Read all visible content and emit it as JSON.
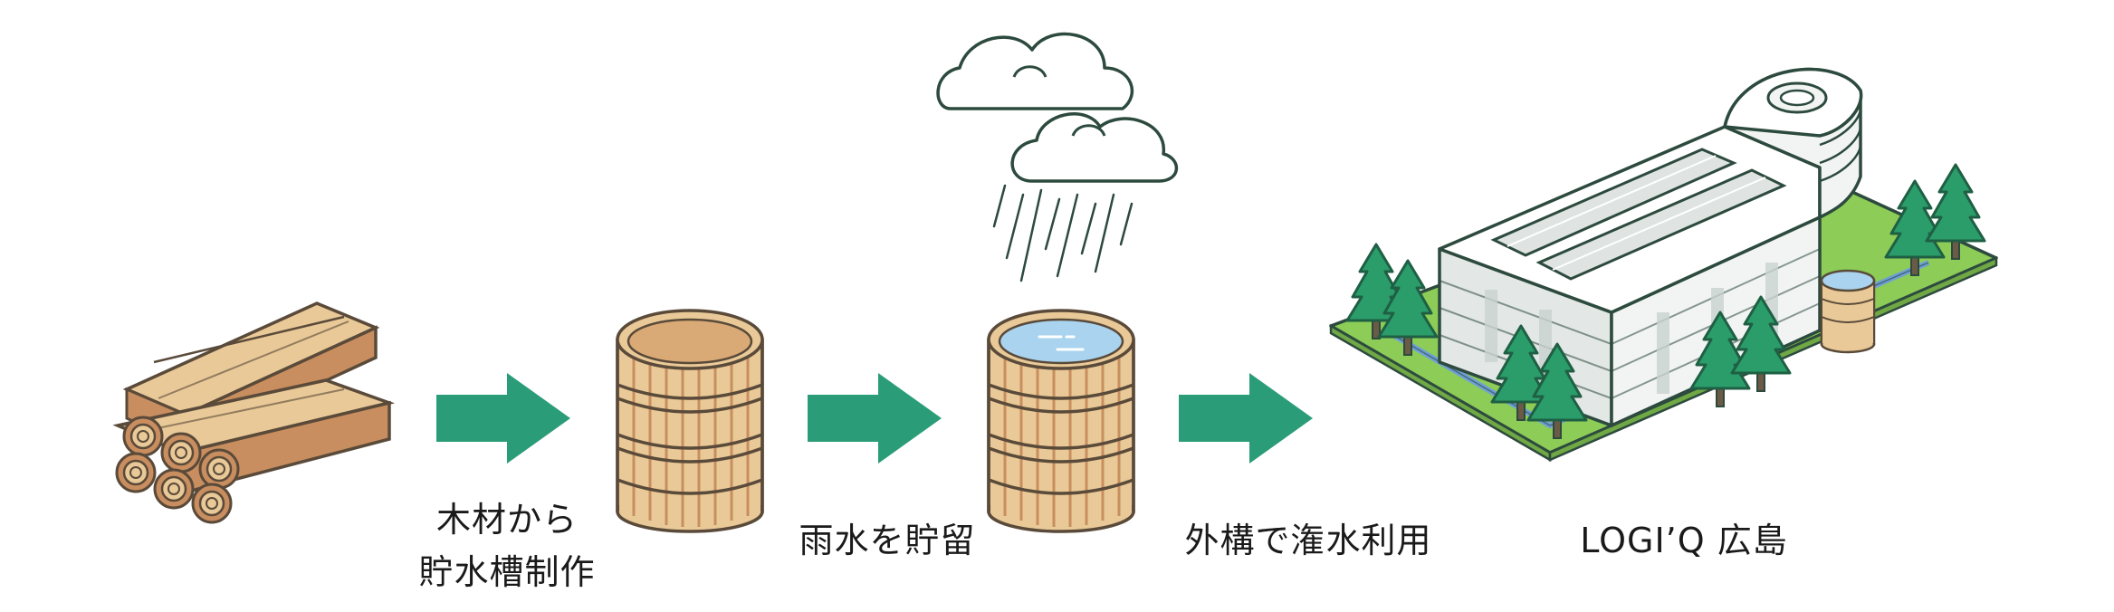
{
  "steps": [
    {
      "id": "timber",
      "lines": [
        "木材から",
        "貯水槽制作"
      ],
      "icon": "stacked-timber-icon"
    },
    {
      "id": "rain",
      "lines": [
        "雨水を貯留"
      ],
      "icon": "rain-cloud-icon"
    },
    {
      "id": "reuse",
      "lines": [
        "外構で潅水利用"
      ],
      "icon": "water-tank-icon"
    },
    {
      "id": "building",
      "lines": [
        "LOGI’Q 広島"
      ],
      "icon": "building-icon"
    }
  ],
  "colors": {
    "arrow": "#2a9d78",
    "wood_light": "#e9c997",
    "wood_dark": "#c98e5f",
    "wood_stroke": "#5a4a3a",
    "water": "#a9d3ee",
    "grass": "#8ccc57",
    "tree": "#2a9d6a",
    "building": "#f2f4f3",
    "outline": "#2d4a3e"
  }
}
